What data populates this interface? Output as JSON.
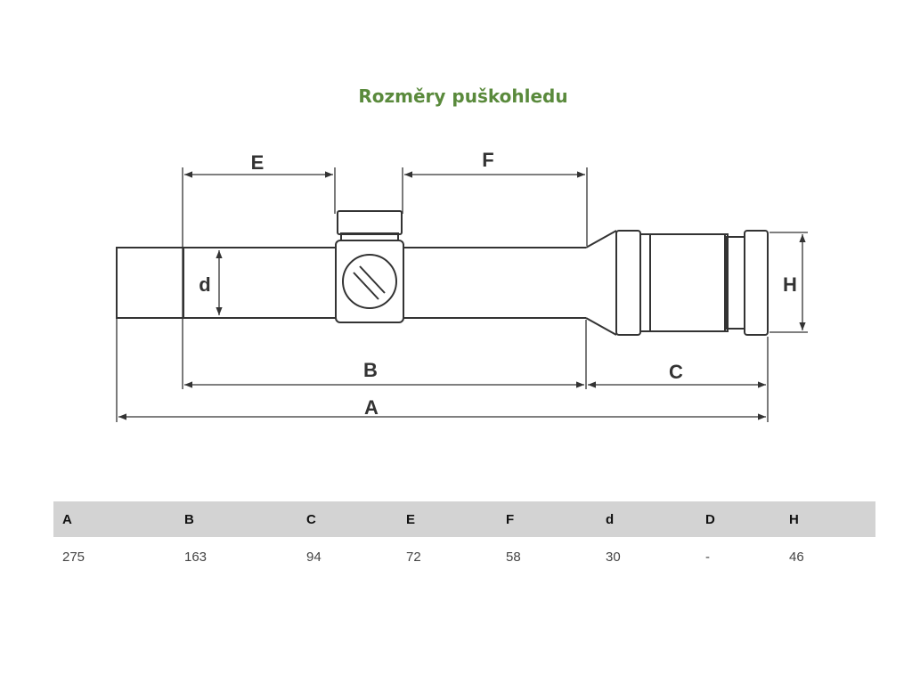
{
  "title": "Rozměry puškohledu",
  "diagram_labels": {
    "A": "A",
    "B": "B",
    "C": "C",
    "E": "E",
    "F": "F",
    "d": "d",
    "H": "H"
  },
  "table": {
    "headers": [
      "A",
      "B",
      "C",
      "E",
      "F",
      "d",
      "D",
      "H"
    ],
    "values": [
      "275",
      "163",
      "94",
      "72",
      "58",
      "30",
      "-",
      "46"
    ]
  }
}
